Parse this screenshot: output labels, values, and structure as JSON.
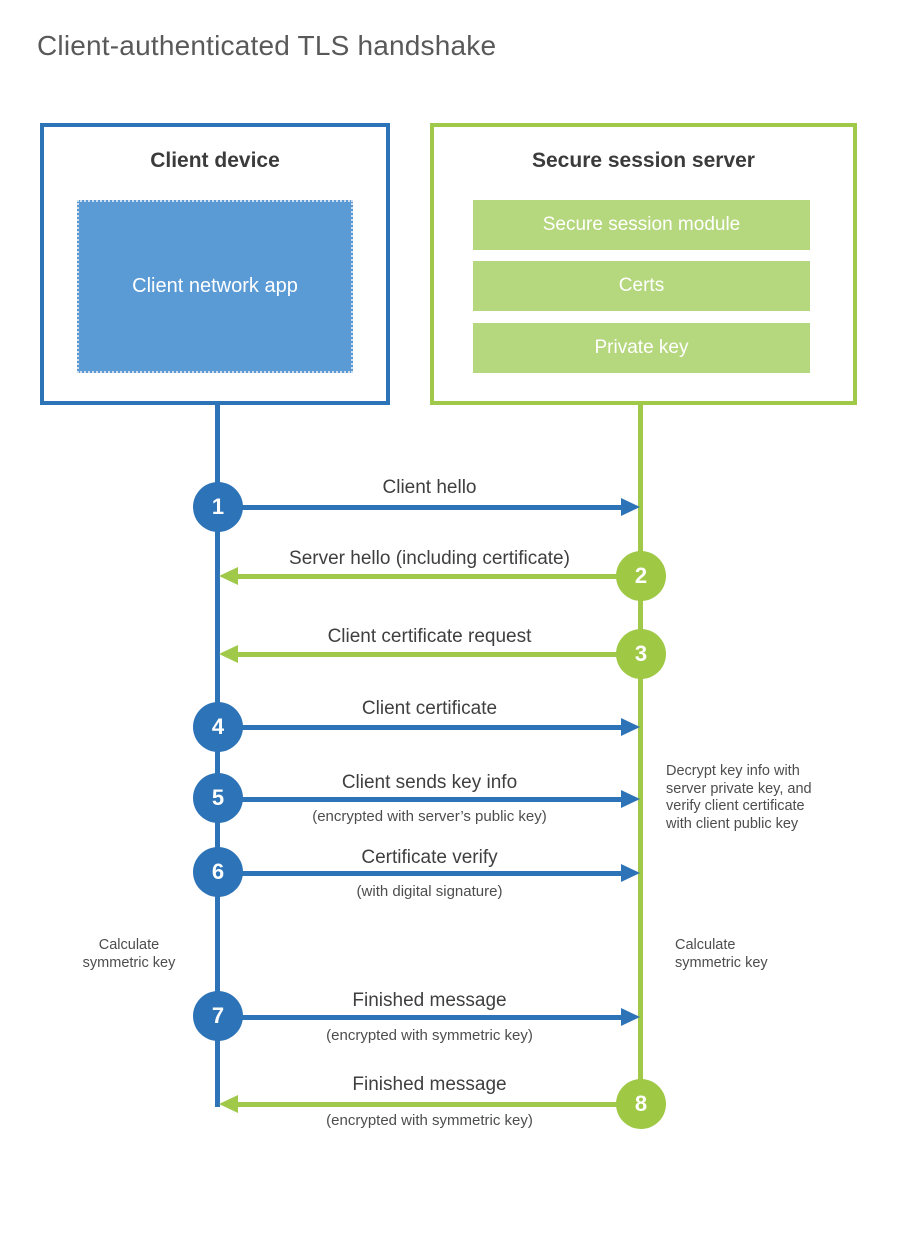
{
  "title": "Client-authenticated TLS handshake",
  "colors": {
    "blue_strong": "#2d73b7",
    "blue_fill": "#5b9bd5",
    "green_strong": "#a0c94a",
    "green_fill": "#b5d77e",
    "title_gray": "#595959",
    "label_dark": "#3f3f3f"
  },
  "client_box": {
    "title": "Client device",
    "app_label": "Client network app"
  },
  "server_box": {
    "title": "Secure session server",
    "modules": [
      "Secure session module",
      "Certs",
      "Private key"
    ]
  },
  "steps": [
    {
      "num": "1",
      "label": "Client hello",
      "direction": "right",
      "color": "blue"
    },
    {
      "num": "2",
      "label": "Server hello (including certificate)",
      "direction": "left",
      "color": "green"
    },
    {
      "num": "3",
      "label": "Client certificate request",
      "direction": "left",
      "color": "green"
    },
    {
      "num": "4",
      "label": "Client certificate",
      "direction": "right",
      "color": "blue"
    },
    {
      "num": "5",
      "label": "Client sends key info",
      "sub": "(encrypted with server’s public key)",
      "direction": "right",
      "color": "blue"
    },
    {
      "num": "6",
      "label": "Certificate verify",
      "sub": "(with digital signature)",
      "direction": "right",
      "color": "blue"
    },
    {
      "num": "7",
      "label": "Finished message",
      "sub": "(encrypted with symmetric key)",
      "direction": "right",
      "color": "blue"
    },
    {
      "num": "8",
      "label": "Finished message",
      "sub": "(encrypted with symmetric key)",
      "direction": "left",
      "color": "green"
    }
  ],
  "annotations": {
    "decrypt_note": "Decrypt key info with\nserver private key, and\nverify client certificate\nwith client public key",
    "calc_left": "Calculate\nsymmetric key",
    "calc_right": "Calculate\nsymmetric key"
  }
}
